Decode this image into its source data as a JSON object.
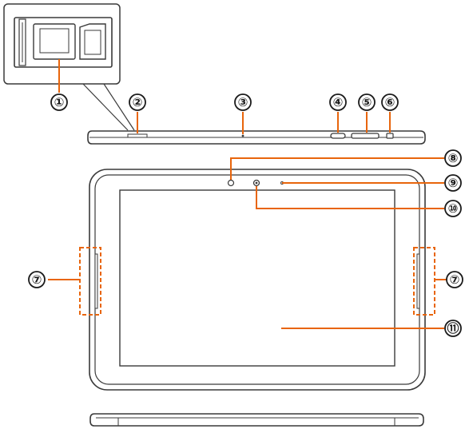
{
  "diagram": {
    "accent_color": "#e8650c",
    "outline_color": "#3a3a3a",
    "callouts": [
      {
        "id": "c1",
        "label": "①"
      },
      {
        "id": "c2",
        "label": "②"
      },
      {
        "id": "c3",
        "label": "③"
      },
      {
        "id": "c4",
        "label": "④"
      },
      {
        "id": "c5",
        "label": "⑤"
      },
      {
        "id": "c6",
        "label": "⑥"
      },
      {
        "id": "c7l",
        "label": "⑦"
      },
      {
        "id": "c7r",
        "label": "⑦"
      },
      {
        "id": "c8",
        "label": "⑧"
      },
      {
        "id": "c9",
        "label": "⑨"
      },
      {
        "id": "c10",
        "label": "⑩"
      },
      {
        "id": "c11",
        "label": "⑪"
      }
    ]
  }
}
